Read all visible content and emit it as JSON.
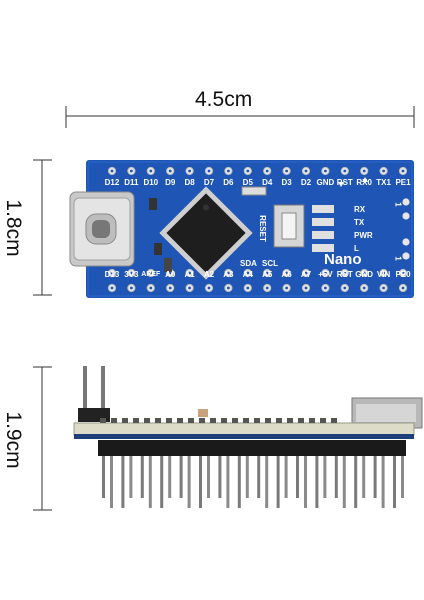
{
  "dimensions": {
    "width_label": "4.5cm",
    "height_label": "1.8cm",
    "side_height_label": "1.9cm"
  },
  "board": {
    "top_pins": [
      "D12",
      "D11",
      "D10",
      "D9",
      "D8",
      "D7",
      "D6",
      "D5",
      "D4",
      "D3",
      "D2",
      "GND",
      "RST",
      "RX0",
      "TX1",
      "PE1"
    ],
    "bottom_pins": [
      "D13",
      "3V3",
      "AREF",
      "A0",
      "A1",
      "A2",
      "A3",
      "A4",
      "A5",
      "A6",
      "A7",
      "+5V",
      "RST",
      "GND",
      "VIN",
      "PE0"
    ],
    "i2c_labels": [
      "SDA",
      "SCL"
    ],
    "reset_label": "RESET",
    "led_labels": [
      "RX",
      "TX",
      "PWR",
      "L"
    ],
    "name": "Nano",
    "header_numbers": [
      "1",
      "1"
    ],
    "colors": {
      "pcb": "#1f55b4",
      "pad": "#e6e6e6",
      "chip": "#1e1e1e",
      "silkscreen": "#ffffff"
    }
  }
}
